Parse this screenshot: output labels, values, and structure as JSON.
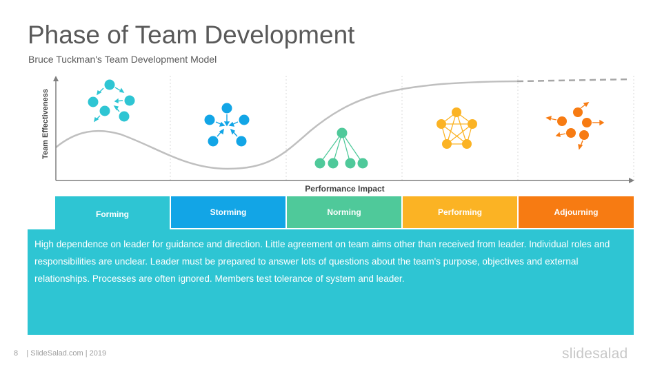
{
  "title": "Phase of Team Development",
  "subtitle": "Bruce Tuckman's Team Development Model",
  "diagram": {
    "y_axis_label": "Team Effectiveness",
    "x_axis_label": "Performance Impact"
  },
  "phases": [
    {
      "label": "Forming",
      "color": "#2ec5d3",
      "icon": "scattered-nodes-icon"
    },
    {
      "label": "Storming",
      "color": "#12a5e6",
      "icon": "converging-nodes-icon"
    },
    {
      "label": "Norming",
      "color": "#4fc99a",
      "icon": "hierarchy-nodes-icon"
    },
    {
      "label": "Performing",
      "color": "#fbb324",
      "icon": "connected-pentagon-icon"
    },
    {
      "label": "Adjourning",
      "color": "#f77b12",
      "icon": "dispersing-nodes-icon"
    }
  ],
  "active_phase_index": 0,
  "description": "High dependence on leader for guidance and direction. Little agreement on team aims other than received from leader. Individual roles and responsibilities are unclear. Leader must be prepared to answer lots of questions about the team's purpose, objectives and external relationships. Processes are often ignored. Members test tolerance of system and leader.",
  "footer": {
    "page_number": "8",
    "source": "| SlideSalad.com | 2019"
  },
  "logo": "slidesalad"
}
